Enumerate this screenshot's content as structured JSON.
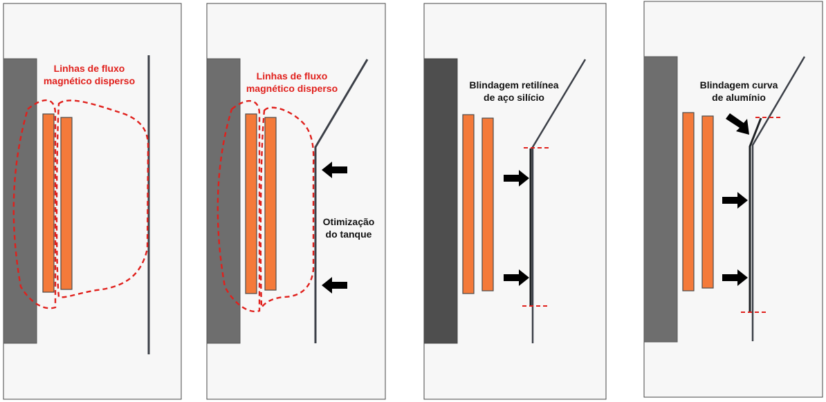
{
  "panels": [
    {
      "id": "panel-1",
      "labels": [
        "Linhas de fluxo",
        "magnético disperso"
      ],
      "label_color": "#e0201c"
    },
    {
      "id": "panel-2",
      "labels": [
        "Linhas de fluxo",
        "magnético disperso"
      ],
      "label_color": "#e0201c",
      "side_labels": [
        "Otimização",
        "do tanque"
      ]
    },
    {
      "id": "panel-3",
      "labels": [
        "Blindagem retilínea",
        "de aço silício"
      ],
      "label_color": "#111111"
    },
    {
      "id": "panel-4",
      "labels": [
        "Blindagem curva",
        "de alumínio"
      ],
      "label_color": "#111111"
    }
  ],
  "colors": {
    "core": "#6e6e6e",
    "core_dark": "#4e4e4e",
    "winding": "#f47a3a",
    "winding_stroke": "#4a4a4a",
    "flux_dash": "#e0201c",
    "tank": "#3c4048",
    "panel_bg": "#f7f7f7",
    "panel_border": "#444444",
    "arrow": "#000000"
  },
  "icons": [
    "arrow-left-icon",
    "arrow-right-icon"
  ]
}
